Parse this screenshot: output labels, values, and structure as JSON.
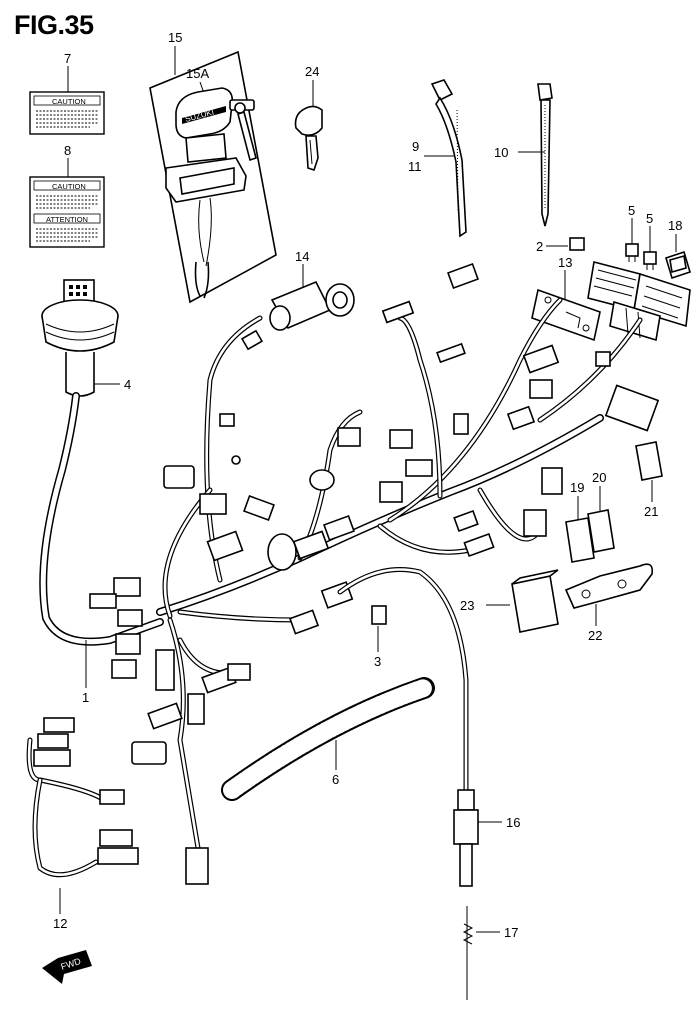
{
  "figure": {
    "title": "FIG.35"
  },
  "labels": {
    "caution_7": "CAUTION",
    "caution_8": "CAUTION",
    "attention_8": "ATTENTION",
    "key_brand": "SUZUKI",
    "fwd": "FWD"
  },
  "callouts": [
    {
      "id": "c15",
      "number": "15"
    },
    {
      "id": "c15a",
      "number": "15A"
    },
    {
      "id": "c7",
      "number": "7"
    },
    {
      "id": "c8",
      "number": "8"
    },
    {
      "id": "c24",
      "number": "24"
    },
    {
      "id": "c9",
      "number": "9"
    },
    {
      "id": "c11",
      "number": "11"
    },
    {
      "id": "c10",
      "number": "10"
    },
    {
      "id": "c5a",
      "number": "5"
    },
    {
      "id": "c5b",
      "number": "5"
    },
    {
      "id": "c18",
      "number": "18"
    },
    {
      "id": "c2",
      "number": "2"
    },
    {
      "id": "c13",
      "number": "13"
    },
    {
      "id": "c14",
      "number": "14"
    },
    {
      "id": "c4",
      "number": "4"
    },
    {
      "id": "c20",
      "number": "20"
    },
    {
      "id": "c19",
      "number": "19"
    },
    {
      "id": "c21",
      "number": "21"
    },
    {
      "id": "c23",
      "number": "23"
    },
    {
      "id": "c22",
      "number": "22"
    },
    {
      "id": "c3",
      "number": "3"
    },
    {
      "id": "c1",
      "number": "1"
    },
    {
      "id": "c6",
      "number": "6"
    },
    {
      "id": "c16",
      "number": "16"
    },
    {
      "id": "c17",
      "number": "17"
    },
    {
      "id": "c12",
      "number": "12"
    }
  ]
}
